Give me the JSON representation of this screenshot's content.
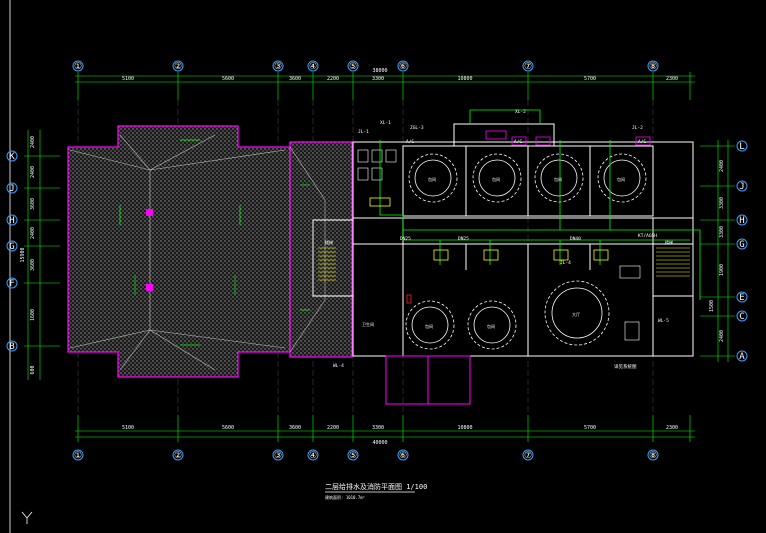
{
  "drawing": {
    "title": "二层给排水及消防平面图 1/100",
    "subtitle": "建筑面积: 1010.7m²",
    "colors": {
      "background": "#000000",
      "wall": "#ffffff",
      "roof_outline": "#ff00ff",
      "dimension": "#00ff00",
      "axis_bubble": "#3aa0ff",
      "pipe": "#00ff00",
      "accent": "#ff2020",
      "tag": "#ffff00"
    },
    "top_axes": [
      "①",
      "②",
      "③",
      "④",
      "⑤",
      "⑥",
      "⑦",
      "⑧"
    ],
    "bottom_axes": [
      "①",
      "②",
      "③",
      "④",
      "⑤",
      "⑥",
      "⑦",
      "⑧"
    ],
    "left_axes": [
      "K",
      "J",
      "H",
      "G",
      "F",
      "B"
    ],
    "right_axes": [
      "L",
      "J",
      "H",
      "G",
      "E",
      "C",
      "A"
    ],
    "top_dim_total": "38000",
    "top_dims": [
      "5100",
      "5600",
      "3600",
      "2200",
      "3300",
      "10800",
      "5700",
      "2300"
    ],
    "bottom_dim_total": "40000",
    "bottom_dims": [
      "5100",
      "5600",
      "3600",
      "2200",
      "3300",
      "10800",
      "5700",
      "2300"
    ],
    "left_dims": [
      "2400",
      "2400",
      "3600",
      "2400",
      "3600",
      "1600",
      "600"
    ],
    "left_total": "15900",
    "right_dims": [
      "2400",
      "3300",
      "3300",
      "1900",
      "1500",
      "2400"
    ],
    "tags": {
      "jl1": "JL-1",
      "jl2": "JL-2",
      "xl1": "XL-1",
      "xl2": "XL-2",
      "ac1": "A/C",
      "ac2": "A/C",
      "ac3": "A/C",
      "zgl": "ZGL-3",
      "wl4": "WL-4",
      "wl5": "WL-5",
      "fd": "DN25",
      "fd2": "DN25",
      "fd3": "DN40",
      "kt": "KT/AGSH",
      "pipe_note": "详见系统图",
      "jl3": "JL-4"
    },
    "rooms": [
      "包间",
      "包间",
      "包间",
      "包间",
      "包间",
      "包间",
      "大厅",
      "楼梯",
      "楼梯",
      "卫生间"
    ]
  }
}
